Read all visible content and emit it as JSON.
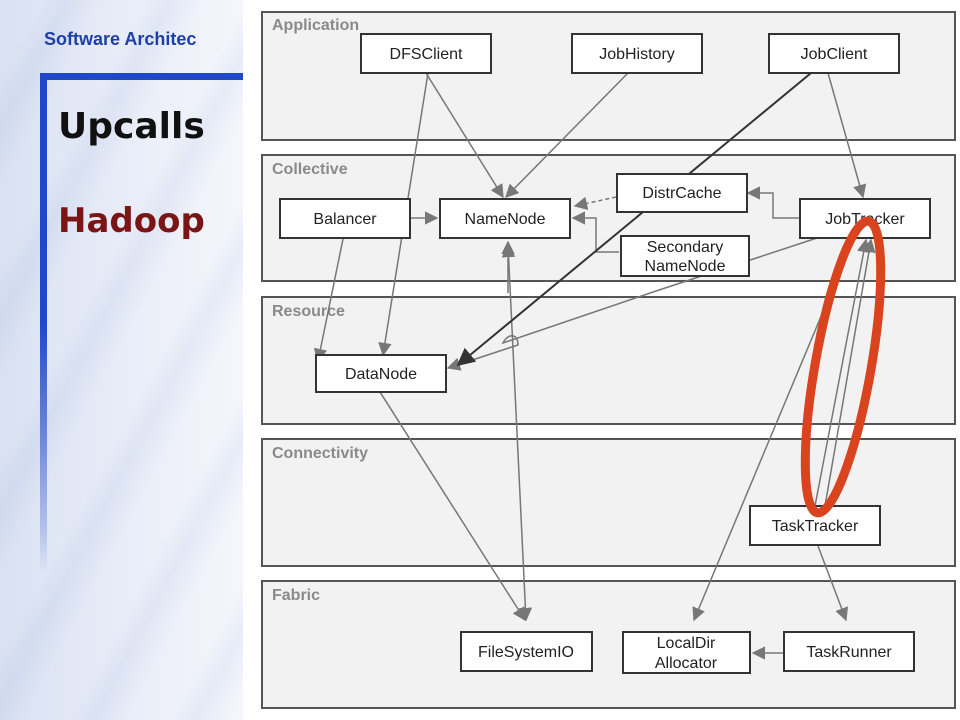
{
  "header": {
    "course_title": "Software Architec"
  },
  "slide": {
    "title": "Upcalls",
    "subtitle": "Hadoop"
  },
  "diagram": {
    "layers": {
      "application": "Application",
      "collective": "Collective",
      "resource": "Resource",
      "connectivity": "Connectivity",
      "fabric": "Fabric"
    },
    "components": {
      "dfsclient": "DFSClient",
      "jobhistory": "JobHistory",
      "jobclient": "JobClient",
      "balancer": "Balancer",
      "namenode": "NameNode",
      "distrcache": "DistrCache",
      "secondary_line1": "Secondary",
      "secondary_line2": "NameNode",
      "jobtracker": "JobTracker",
      "datanode": "DataNode",
      "tasktracker": "TaskTracker",
      "filesystemio": "FileSystemIO",
      "localdir_line1": "LocalDir",
      "localdir_line2": "Allocator",
      "taskrunner": "TaskRunner"
    },
    "colors": {
      "layer_fill": "#f2f2f2",
      "layer_stroke": "#555555",
      "box_stroke": "#333333",
      "arrow": "#777777",
      "highlight_ellipse": "#d9441f"
    }
  }
}
